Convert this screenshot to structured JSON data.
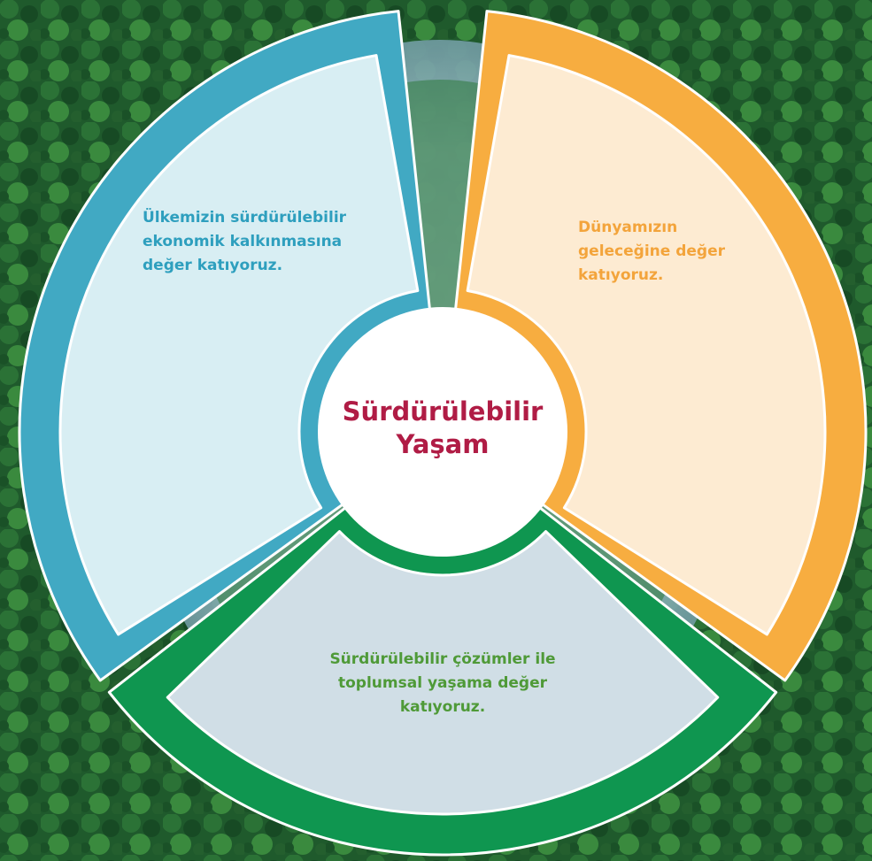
{
  "diagram": {
    "center_title": "Sürdürülebilir Yaşam",
    "segments": [
      {
        "id": "left",
        "text": "Ülkemizin sürdürülebilir ekonomik kalkınmasına değer katıyoruz.",
        "accent_color": "#41A9C3",
        "fill_color": "#D8EEF3",
        "text_color": "#2E9FBE"
      },
      {
        "id": "right",
        "text": "Dünyamızın geleceğine değer katıyoruz.",
        "accent_color": "#F7AD40",
        "fill_color": "#FDEBD2",
        "text_color": "#F3A43B"
      },
      {
        "id": "bottom",
        "text": "Sürdürülebilir çözümler ile toplumsal yaşama değer katıyoruz.",
        "accent_color": "#0F9650",
        "fill_color": "#D0DEE6",
        "text_color": "#4F9A38"
      }
    ],
    "center_text_color": "#B01C45",
    "center_fill_color": "#FFFFFF",
    "background": "forest aerial photo with circular lake"
  }
}
